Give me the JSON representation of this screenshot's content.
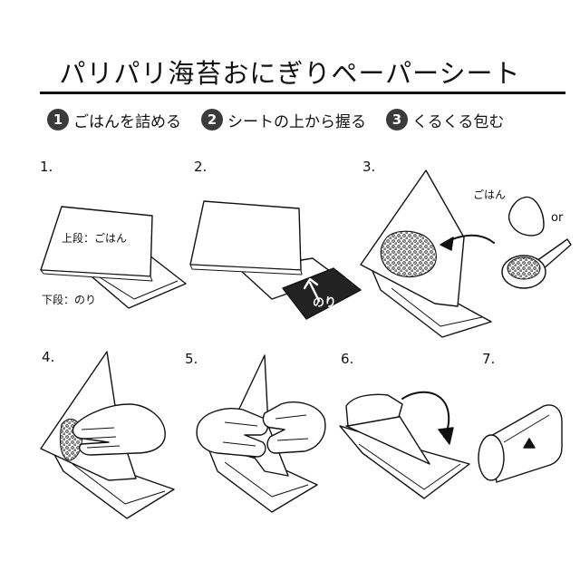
{
  "header": {
    "title": "パリパリ海苔おにぎりペーパーシート"
  },
  "steps": [
    {
      "num": "1",
      "text": "ごはんを詰める"
    },
    {
      "num": "2",
      "text": "シートの上から握る"
    },
    {
      "num": "3",
      "text": "くるくる包む"
    }
  ],
  "panels": [
    {
      "label": "1.",
      "notes": [
        "上段：ごはん",
        "下段：のり"
      ]
    },
    {
      "label": "2.",
      "notes": [
        "のり"
      ]
    },
    {
      "label": "3.",
      "notes": [
        "ごはん",
        "or"
      ]
    },
    {
      "label": "4.",
      "notes": []
    },
    {
      "label": "5.",
      "notes": []
    },
    {
      "label": "6.",
      "notes": []
    },
    {
      "label": "7.",
      "notes": []
    }
  ],
  "colors": {
    "ink": "#111111",
    "badge": "#3b3b3b",
    "nori": "#222222",
    "paper": "#ffffff"
  }
}
